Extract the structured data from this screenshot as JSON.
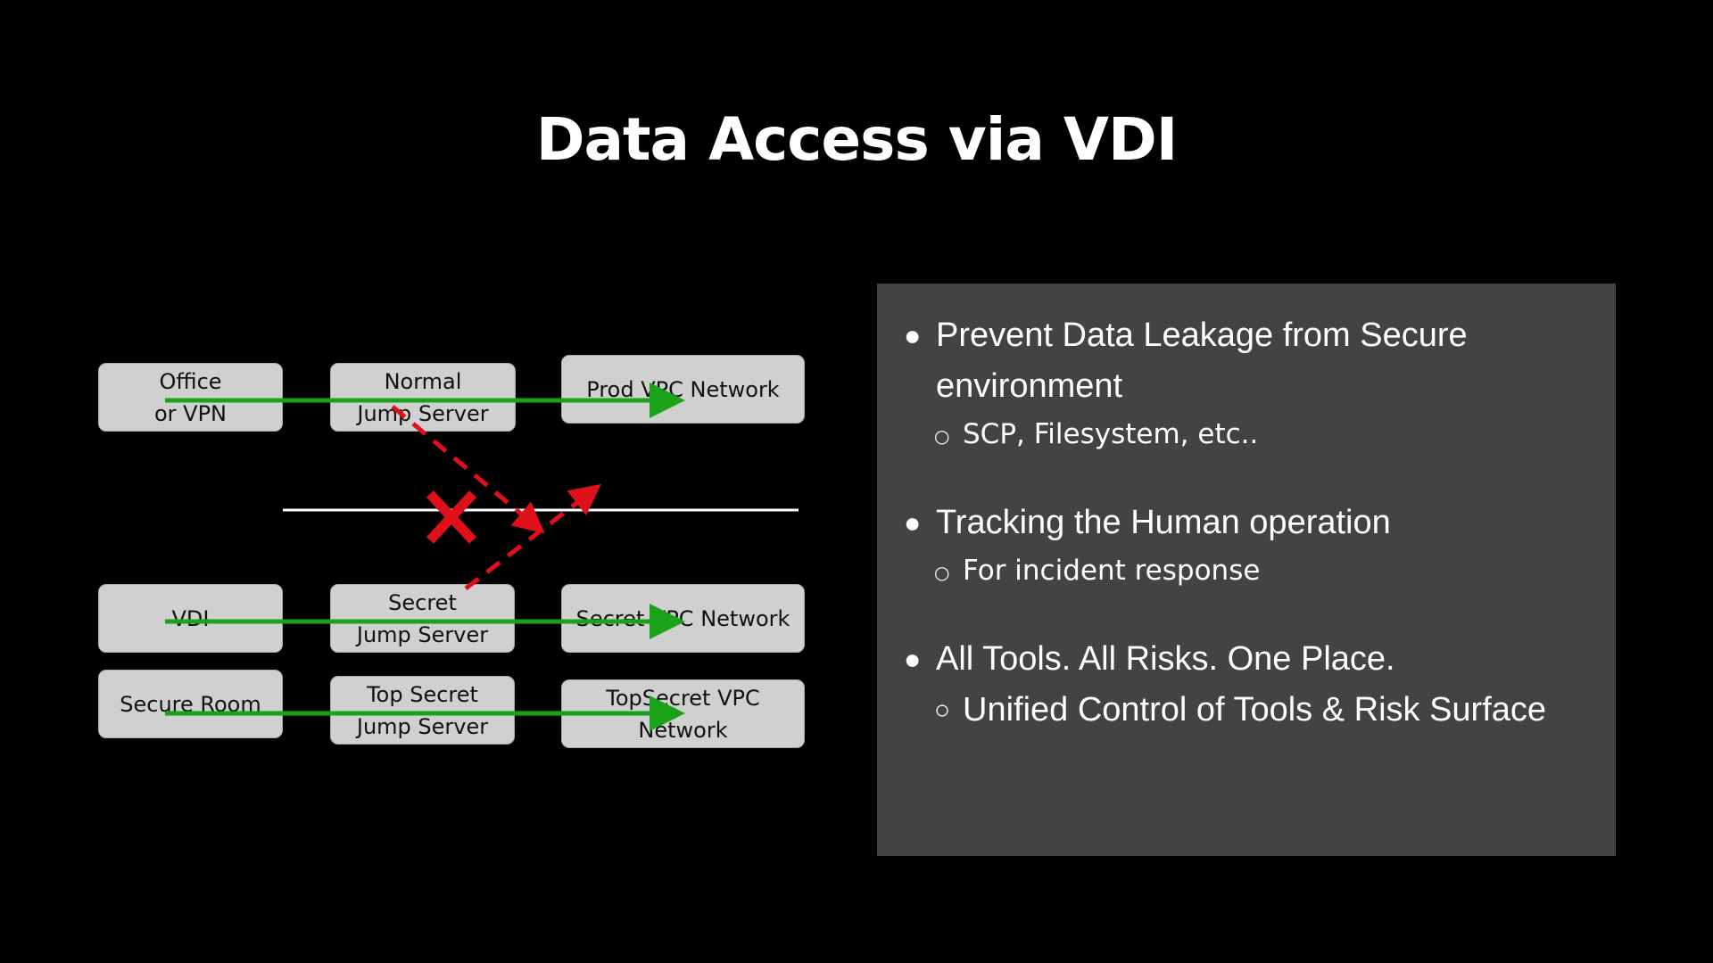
{
  "title": "Data Access via VDI",
  "diagram": {
    "rows": [
      {
        "source": [
          "Office",
          "or VPN"
        ],
        "jump": [
          "Normal",
          "Jump Server"
        ],
        "target": [
          "Prod VPC Network"
        ]
      },
      {
        "source": [
          "VDI"
        ],
        "jump": [
          "Secret",
          "Jump Server"
        ],
        "target": [
          "Secret VPC Network"
        ]
      },
      {
        "source": [
          "Secure Room"
        ],
        "jump": [
          "Top Secret",
          "Jump Server"
        ],
        "target": [
          "TopSecret VPC",
          "Network"
        ]
      }
    ],
    "colors": {
      "box_fill": "#d0d0d0",
      "allowed_arrow": "#1aa31a",
      "blocked_path": "#e0101a",
      "divider": "#ffffff"
    }
  },
  "panel": {
    "background": "#434343",
    "items": [
      {
        "text": "Prevent Data Leakage from Secure environment",
        "line1": "Prevent Data Leakage from Secure",
        "line2": "environment",
        "sub": "SCP, Filesystem, etc.."
      },
      {
        "text": "Tracking the Human operation",
        "sub": "For incident response"
      },
      {
        "text": "All Tools. All Risks. One Place.",
        "sub": "Unified Control of Tools & Risk Surface"
      }
    ]
  }
}
